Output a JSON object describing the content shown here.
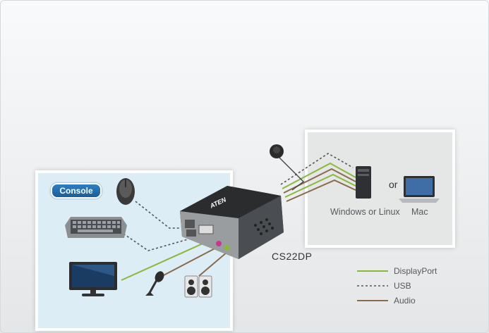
{
  "console_badge": "Console",
  "device_model": "CS22DP",
  "computers": {
    "pc_label": "Windows or Linux",
    "or_label": "or",
    "mac_label": "Mac"
  },
  "legend": [
    {
      "label": "DisplayPort",
      "color": "#8bb83a",
      "style": "solid"
    },
    {
      "label": "USB",
      "color": "#555555",
      "style": "dashed"
    },
    {
      "label": "Audio",
      "color": "#8a6a4a",
      "style": "solid"
    }
  ],
  "brand_logo": "ATEN",
  "icons": [
    "mouse-icon",
    "keyboard-icon",
    "monitor-icon",
    "microphone-icon",
    "speakers-icon",
    "remote-button-icon",
    "desktop-pc-icon",
    "laptop-icon",
    "kvm-switch-icon"
  ]
}
